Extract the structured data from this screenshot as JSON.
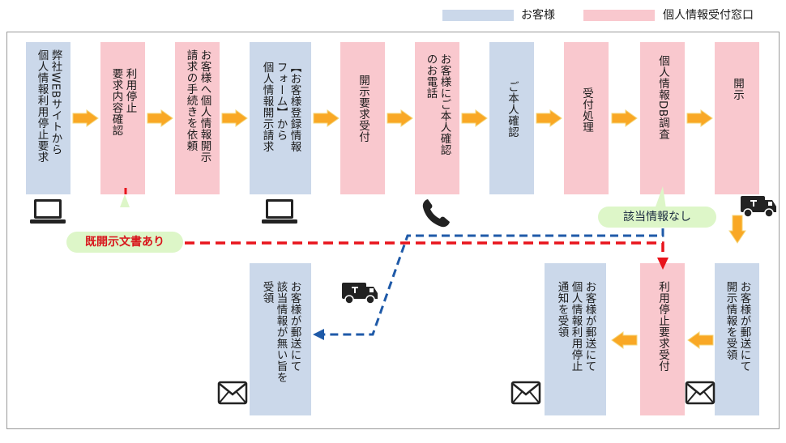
{
  "legend": [
    {
      "label": "お客様",
      "color": "#cbd8ea"
    },
    {
      "label": "個人情報受付窓口",
      "color": "#f9c8ce"
    }
  ],
  "flow_top": [
    {
      "id": "t1",
      "type": "customer",
      "lines": [
        "弊社WEBサイトから",
        "個人情報利用停止要求"
      ]
    },
    {
      "id": "t2",
      "type": "desk",
      "lines": [
        "利用停止",
        "要求内容確認"
      ]
    },
    {
      "id": "t3",
      "type": "desk",
      "lines": [
        "お客様へ個人情報開示",
        "請求の手続きを依頼"
      ]
    },
    {
      "id": "t4",
      "type": "customer",
      "lines": [
        "【お客様登録情報",
        "フォーム】から",
        "個人情報開示請求"
      ]
    },
    {
      "id": "t5",
      "type": "desk",
      "lines": [
        "開示要求受付"
      ]
    },
    {
      "id": "t6",
      "type": "desk",
      "lines": [
        "お客様にご本人確認",
        "のお電話"
      ]
    },
    {
      "id": "t7",
      "type": "customer",
      "lines": [
        "ご本人確認"
      ]
    },
    {
      "id": "t8",
      "type": "desk",
      "lines": [
        "受付処理"
      ]
    },
    {
      "id": "t9",
      "type": "desk",
      "lines": [
        "個人情報DB調査"
      ]
    },
    {
      "id": "t10",
      "type": "desk",
      "lines": [
        "開示"
      ]
    }
  ],
  "flow_bottom": [
    {
      "id": "b1",
      "type": "customer",
      "lines": [
        "お客様が郵送にて",
        "該当情報が無い旨を",
        "受領"
      ]
    },
    {
      "id": "b2",
      "type": "customer",
      "lines": [
        "お客様が郵送にて",
        "個人情報利用停止",
        "通知を受領"
      ]
    },
    {
      "id": "b3",
      "type": "desk",
      "lines": [
        "利用停止要求受付"
      ]
    },
    {
      "id": "b4",
      "type": "customer",
      "lines": [
        "お客様が郵送にて",
        "開示情報を受領"
      ]
    }
  ],
  "callouts": {
    "existing_disclosure": "既開示文書あり",
    "no_matching_info": "該当情報なし"
  },
  "colors": {
    "customer": "#cbd8ea",
    "desk": "#f9c8ce",
    "arrow_fill": "#f9a825",
    "red_line": "#e8141c",
    "blue_line": "#1f5aa8",
    "callout_bg": "#ddf6c8"
  },
  "icons": [
    "laptop-icon",
    "phone-icon",
    "truck-icon",
    "envelope-icon"
  ]
}
